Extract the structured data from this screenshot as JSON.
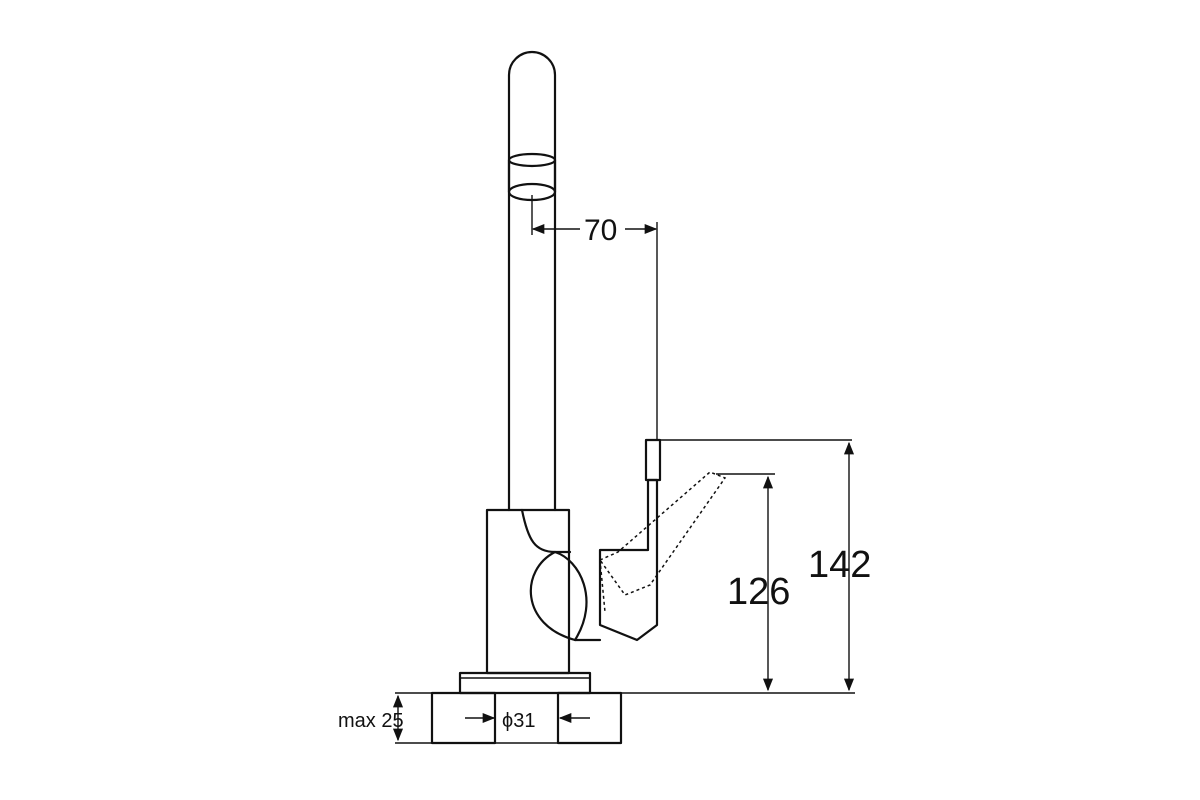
{
  "dimensions": {
    "spout_reach": "70",
    "handle_height_max": "142",
    "handle_height_open": "126",
    "max_thickness": "max 25",
    "hole_diameter": "ϕ31"
  },
  "colors": {
    "line": "#111111",
    "background": "#ffffff"
  }
}
